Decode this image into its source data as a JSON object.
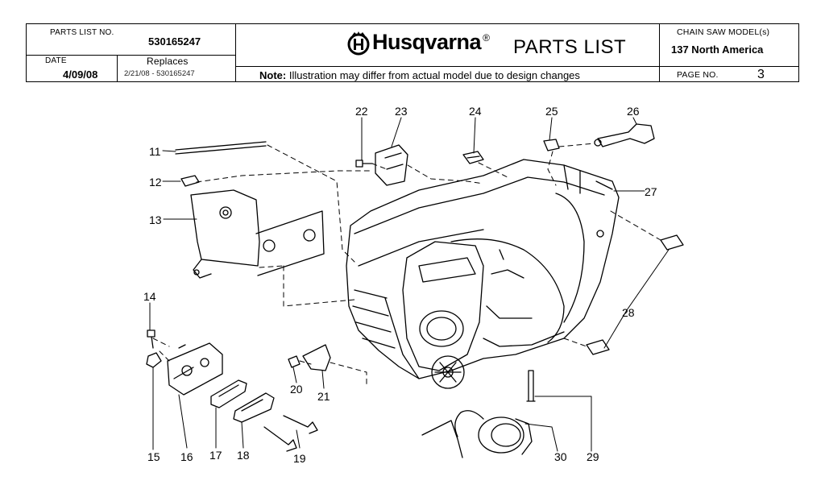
{
  "header": {
    "parts_list_no_label": "PARTS LIST NO.",
    "parts_list_no": "530165247",
    "date_label": "DATE",
    "date": "4/09/08",
    "replaces_label": "Replaces",
    "replaces_value": "2/21/08 - 530165247",
    "brand": "Husqvarna",
    "brand_mark": "®",
    "title": "PARTS LIST",
    "note_bold": "Note:",
    "note_text": " Illustration may differ from actual model due to design changes",
    "model_label": "CHAIN SAW MODEL(s)",
    "model": "137 North America",
    "page_label": "PAGE  NO.",
    "page": "3"
  },
  "callouts": [
    "11",
    "12",
    "13",
    "14",
    "15",
    "16",
    "17",
    "18",
    "19",
    "20",
    "21",
    "22",
    "23",
    "24",
    "25",
    "26",
    "27",
    "28",
    "29",
    "30"
  ],
  "colors": {
    "line": "#000000",
    "background": "#ffffff"
  },
  "icons": {
    "logo": "husqvarna-crown-h-logo"
  }
}
